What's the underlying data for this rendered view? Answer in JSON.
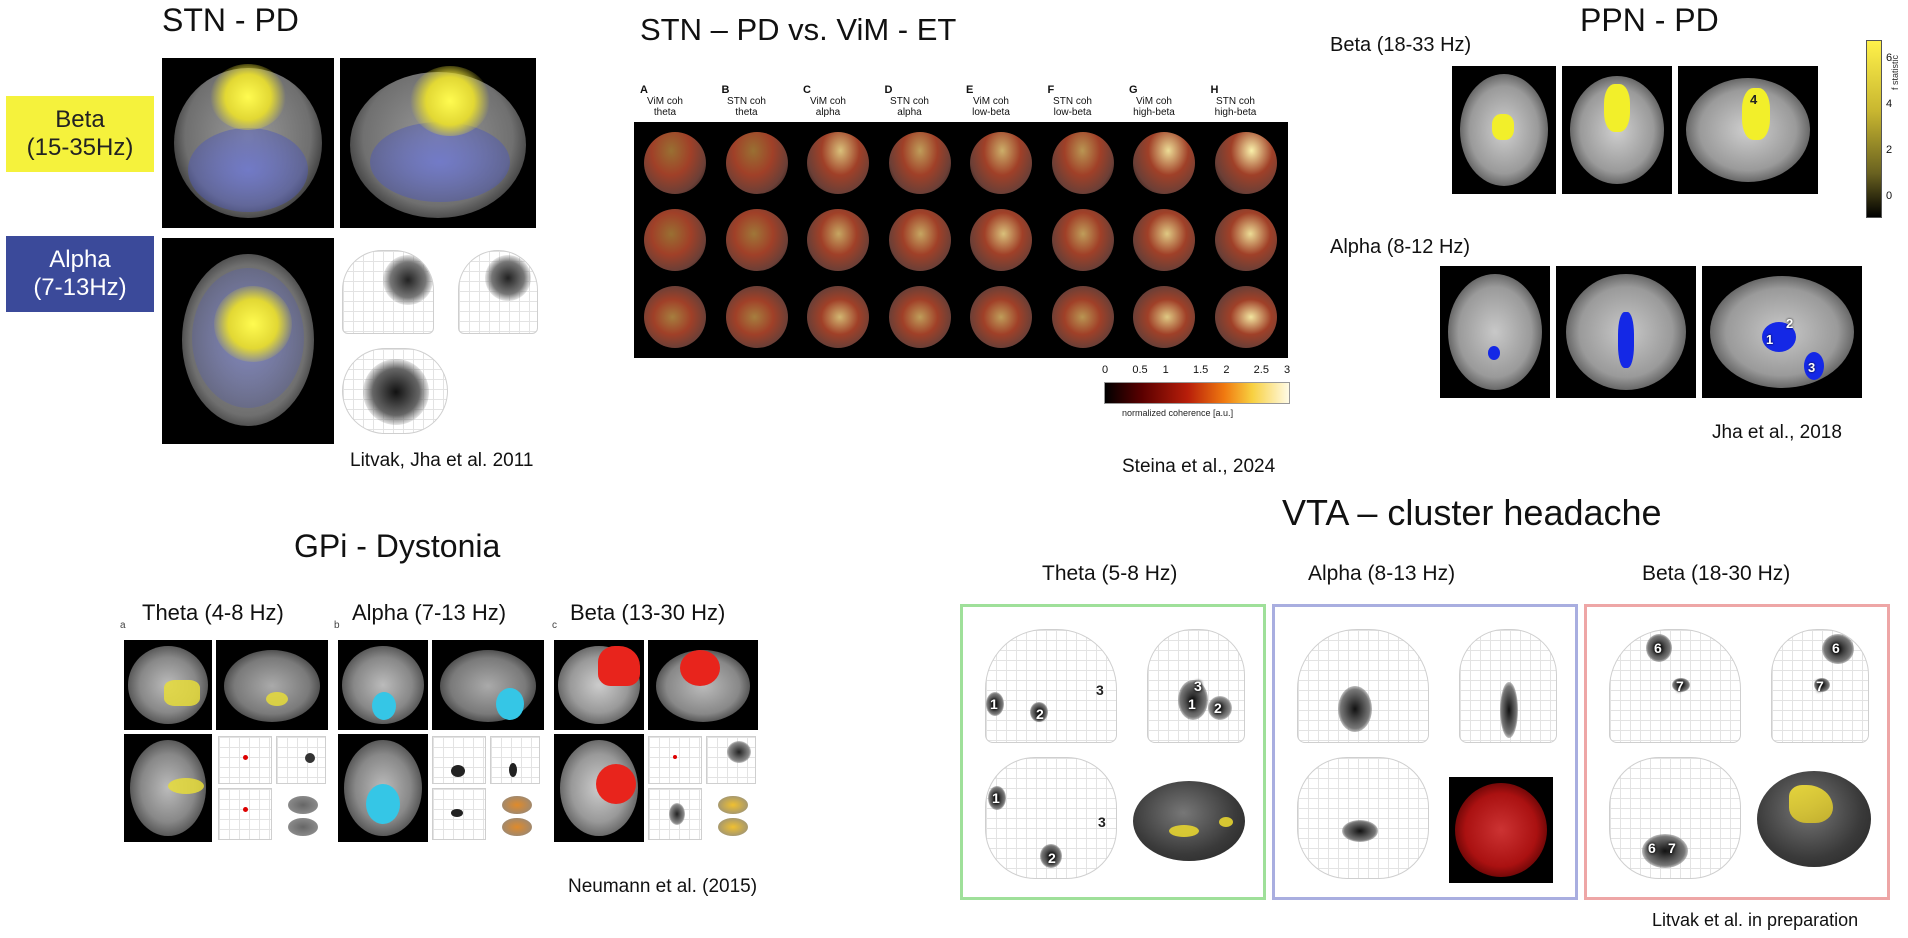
{
  "panels": {
    "stn_pd": {
      "title": "STN - PD",
      "beta_label_line1": "Beta",
      "beta_label_line2": "(15-35Hz)",
      "alpha_label_line1": "Alpha",
      "alpha_label_line2": "(7-13Hz)",
      "citation": "Litvak, Jha et al. 2011",
      "colors": {
        "beta": "#f5f23c",
        "alpha": "#3b4a9a"
      }
    },
    "stn_vim": {
      "title": "STN – PD vs. ViM - ET",
      "columns": [
        {
          "letter": "A",
          "line1": "ViM coh",
          "line2": "theta"
        },
        {
          "letter": "B",
          "line1": "STN coh",
          "line2": "theta"
        },
        {
          "letter": "C",
          "line1": "ViM coh",
          "line2": "alpha"
        },
        {
          "letter": "D",
          "line1": "STN coh",
          "line2": "alpha"
        },
        {
          "letter": "E",
          "line1": "ViM coh",
          "line2": "low-beta"
        },
        {
          "letter": "F",
          "line1": "STN coh",
          "line2": "low-beta"
        },
        {
          "letter": "G",
          "line1": "ViM coh",
          "line2": "high-beta"
        },
        {
          "letter": "H",
          "line1": "STN coh",
          "line2": "high-beta"
        }
      ],
      "colorbar_ticks": [
        "0",
        "0.5",
        "1",
        "1.5",
        "2",
        "2.5",
        "3"
      ],
      "colorbar_label": "normalized coherence [a.u.]",
      "citation": "Steina et al., 2024"
    },
    "ppn_pd": {
      "title": "PPN - PD",
      "beta_label": "Beta (18-33 Hz)",
      "alpha_label": "Alpha (8-12 Hz)",
      "colorbar_ticks": [
        "6",
        "4",
        "2",
        "0"
      ],
      "colorbar_label": "f statistic",
      "beta_marker": "4",
      "alpha_markers": [
        "1",
        "2",
        "3"
      ],
      "citation": "Jha et al., 2018"
    },
    "gpi_dystonia": {
      "title": "GPi - Dystonia",
      "bands": [
        {
          "letter": "a",
          "label": "Theta (4-8 Hz)"
        },
        {
          "letter": "b",
          "label": "Alpha (7-13 Hz)"
        },
        {
          "letter": "c",
          "label": "Beta (13-30 Hz)"
        }
      ],
      "citation": "Neumann et al. (2015)",
      "colors": {
        "theta": "#e6dc3a",
        "alpha": "#35c6e6",
        "beta": "#e8241c"
      }
    },
    "vta_cluster": {
      "title": "VTA – cluster headache",
      "bands": [
        {
          "label": "Theta (5-8 Hz)",
          "frame_color": "#9fe09a",
          "markers": [
            "1",
            "2",
            "3",
            "3",
            "1",
            "2",
            "1",
            "2",
            "3"
          ]
        },
        {
          "label": "Alpha (8-13 Hz)",
          "frame_color": "#a9aee0",
          "markers": []
        },
        {
          "label": "Beta (18-30 Hz)",
          "frame_color": "#eea6a6",
          "markers": [
            "6",
            "7",
            "6",
            "7",
            "6",
            "7"
          ]
        }
      ],
      "citation": "Litvak et al. in preparation"
    }
  }
}
